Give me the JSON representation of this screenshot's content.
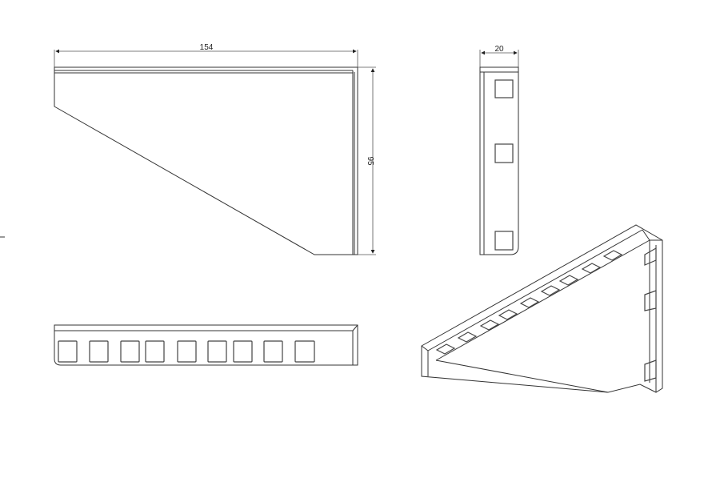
{
  "drawing": {
    "dimensions": {
      "length": "154",
      "height": "95",
      "width": "20"
    },
    "views": [
      "front-view",
      "side-view",
      "top-view",
      "isometric-view"
    ],
    "line_color": "#333333"
  }
}
